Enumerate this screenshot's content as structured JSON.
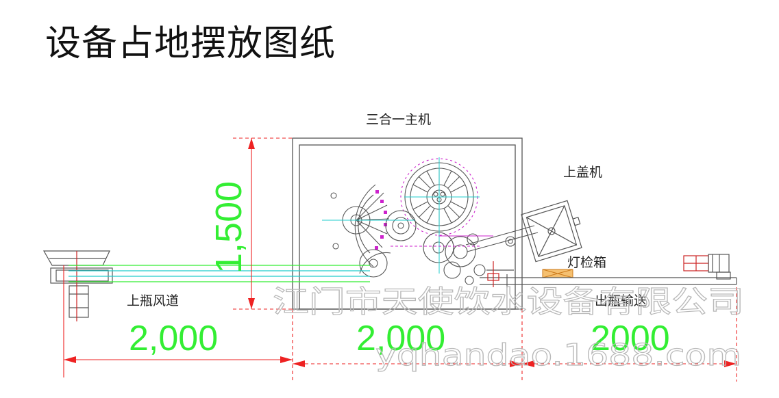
{
  "title": "设备占地摆放图纸",
  "labels": {
    "main_machine": "三合一主机",
    "capper": "上盖机",
    "light_box": "灯检箱",
    "air_conveyor": "上瓶风道",
    "outfeed_conveyor": "出瓶输送"
  },
  "dimensions": {
    "height": "1,500",
    "width_left": "2,000",
    "width_middle": "2,000",
    "width_right": "2000"
  },
  "watermark": {
    "company": "江门市天使饮水设备有限公司",
    "url": "yqhandao.1688.com"
  },
  "colors": {
    "dimension_text": "#33ee33",
    "dimension_line": "#ee2222",
    "drawing_line": "#555555",
    "accent_magenta": "#cc22cc",
    "accent_cyan": "#22cccc",
    "light_box_fill": "#f5c070"
  }
}
